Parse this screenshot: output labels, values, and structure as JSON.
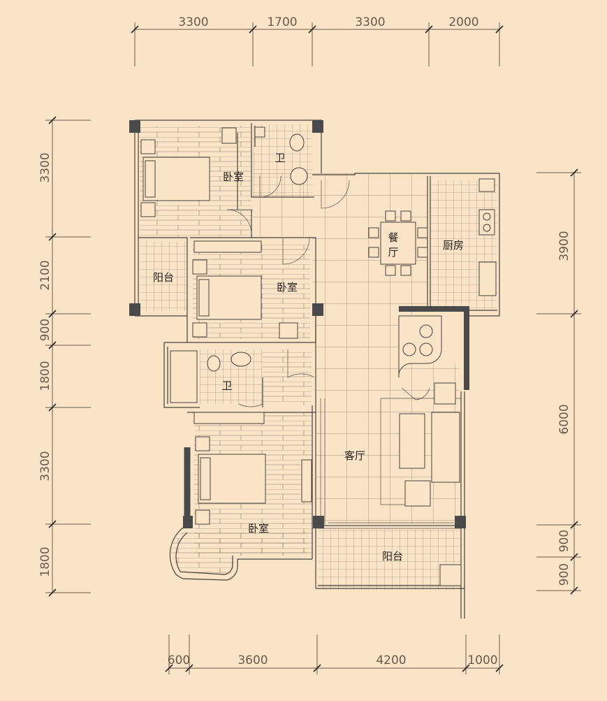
{
  "dimensions": {
    "top": [
      "3300",
      "1700",
      "3300",
      "2000"
    ],
    "bottom": [
      "600",
      "3600",
      "4200",
      "1000"
    ],
    "left": [
      "3300",
      "2100",
      "900",
      "1800",
      "3300",
      "1800"
    ],
    "right": [
      "3900",
      "6000",
      "900",
      "900"
    ]
  },
  "rooms": {
    "bedroom_1": "卧室",
    "bath_1": "卫",
    "dining": "餐\n厅",
    "kitchen": "厨房",
    "balcony_1": "阳台",
    "bedroom_2": "卧室",
    "bath_2": "卫",
    "living": "客厅",
    "bedroom_3": "卧室",
    "balcony_2": "阳台"
  },
  "colors": {
    "background": "#f9e4c8",
    "wall": "#4a4038",
    "column": "#4a4a4a",
    "dimension": "#6b5a48"
  }
}
